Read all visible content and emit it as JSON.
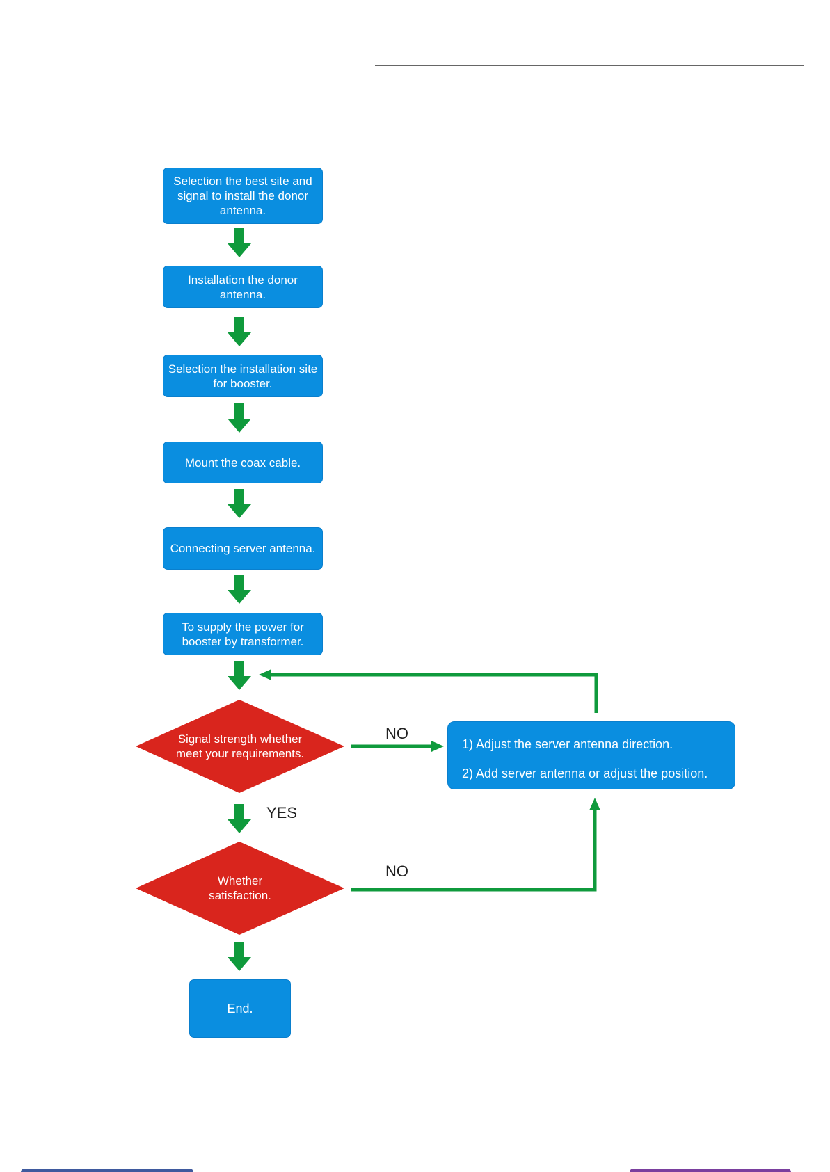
{
  "colors": {
    "box_fill": "#0a8ee0",
    "decision_fill": "#d9251d",
    "arrow": "#0f9a3c",
    "header_rule": "#333333"
  },
  "steps": [
    {
      "label": "Selection the best site and signal to install the donor antenna."
    },
    {
      "label": "Installation the donor antenna."
    },
    {
      "label": "Selection the installation site for booster."
    },
    {
      "label": "Mount the coax cable."
    },
    {
      "label": "Connecting server antenna."
    },
    {
      "label": "To supply the power for booster by transformer."
    }
  ],
  "decisions": [
    {
      "label": "Signal strength whether meet your requirements."
    },
    {
      "label": "Whether satisfaction."
    }
  ],
  "action": {
    "line1": "1) Adjust the server antenna direction.",
    "line2": "2) Add server antenna or adjust the position."
  },
  "branch_labels": {
    "no_first": "NO",
    "yes": "YES",
    "no_second": "NO"
  },
  "end": {
    "label": "End."
  }
}
